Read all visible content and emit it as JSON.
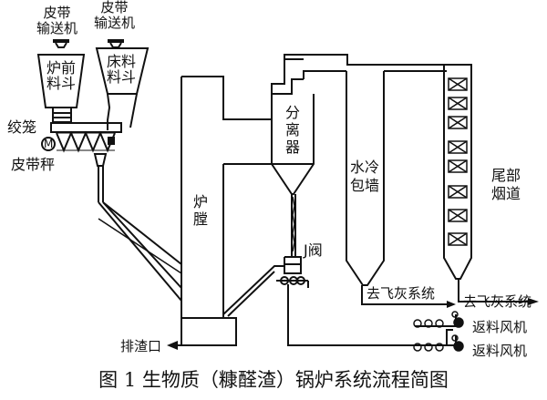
{
  "labels": {
    "belt_conveyor_1": "皮带\n输送机",
    "belt_conveyor_2": "皮带\n输送机",
    "furnace_front_hopper": "炉前\n料斗",
    "bed_material_hopper": "床料\n料斗",
    "screw_conveyor": "绞笼",
    "belt_scale": "皮带秤",
    "motor_symbol": "M",
    "furnace_chamber": "炉膛",
    "separator": "分离器",
    "water_cooled_wall": "水冷\n包墙",
    "tail_flue": "尾部\n烟道",
    "j_valve": "J阀",
    "slag_outlet": "排渣口",
    "fly_ash_system_1": "去飞灰系统",
    "fly_ash_system_2": "去飞灰系统",
    "return_fan_1": "返料风机",
    "return_fan_2": "返料风机"
  },
  "caption": "图 1    生物质（糠醛渣）锅炉系统流程简图",
  "colors": {
    "line": "#111111",
    "background": "#ffffff"
  }
}
